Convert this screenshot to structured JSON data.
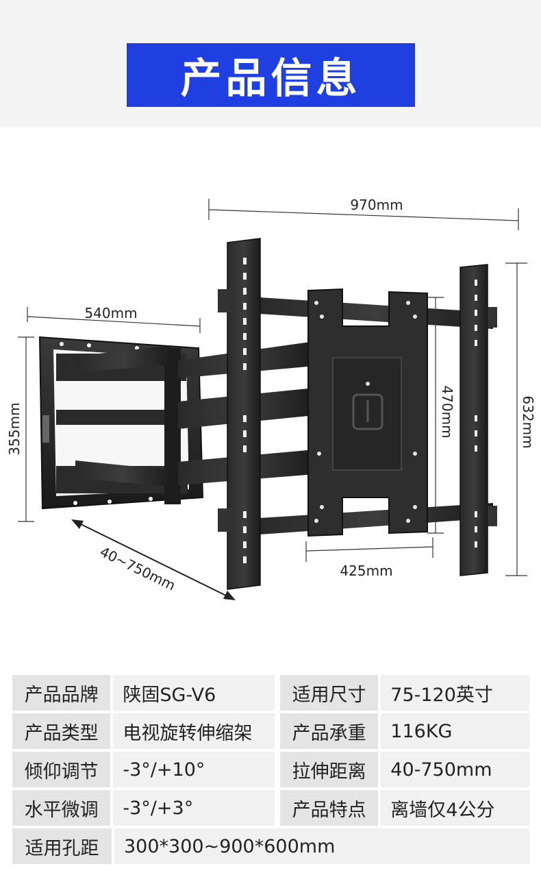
{
  "header": {
    "title": "产品信息"
  },
  "figure": {
    "dims": {
      "width_total": "970mm",
      "arm_width": "540mm",
      "wall_height": "355mm",
      "extension": "40~750mm",
      "vesa_height": "470mm",
      "vesa_width": "425mm",
      "total_height": "632mm"
    }
  },
  "specs": {
    "rows": [
      {
        "k1": "产品品牌",
        "v1": "陕固SG-V6",
        "k2": "适用尺寸",
        "v2": "75-120英寸"
      },
      {
        "k1": "产品类型",
        "v1": "电视旋转伸缩架",
        "k2": "产品承重",
        "v2": "116KG"
      },
      {
        "k1": "倾仰调节",
        "v1": "-3°/+10°",
        "k2": "拉伸距离",
        "v2": "40-750mm"
      },
      {
        "k1": "水平微调",
        "v1": "-3°/+3°",
        "k2": "产品特点",
        "v2": "离墙仅4公分"
      }
    ],
    "last": {
      "k": "适用孔距",
      "v": "300*300~900*600mm"
    }
  }
}
